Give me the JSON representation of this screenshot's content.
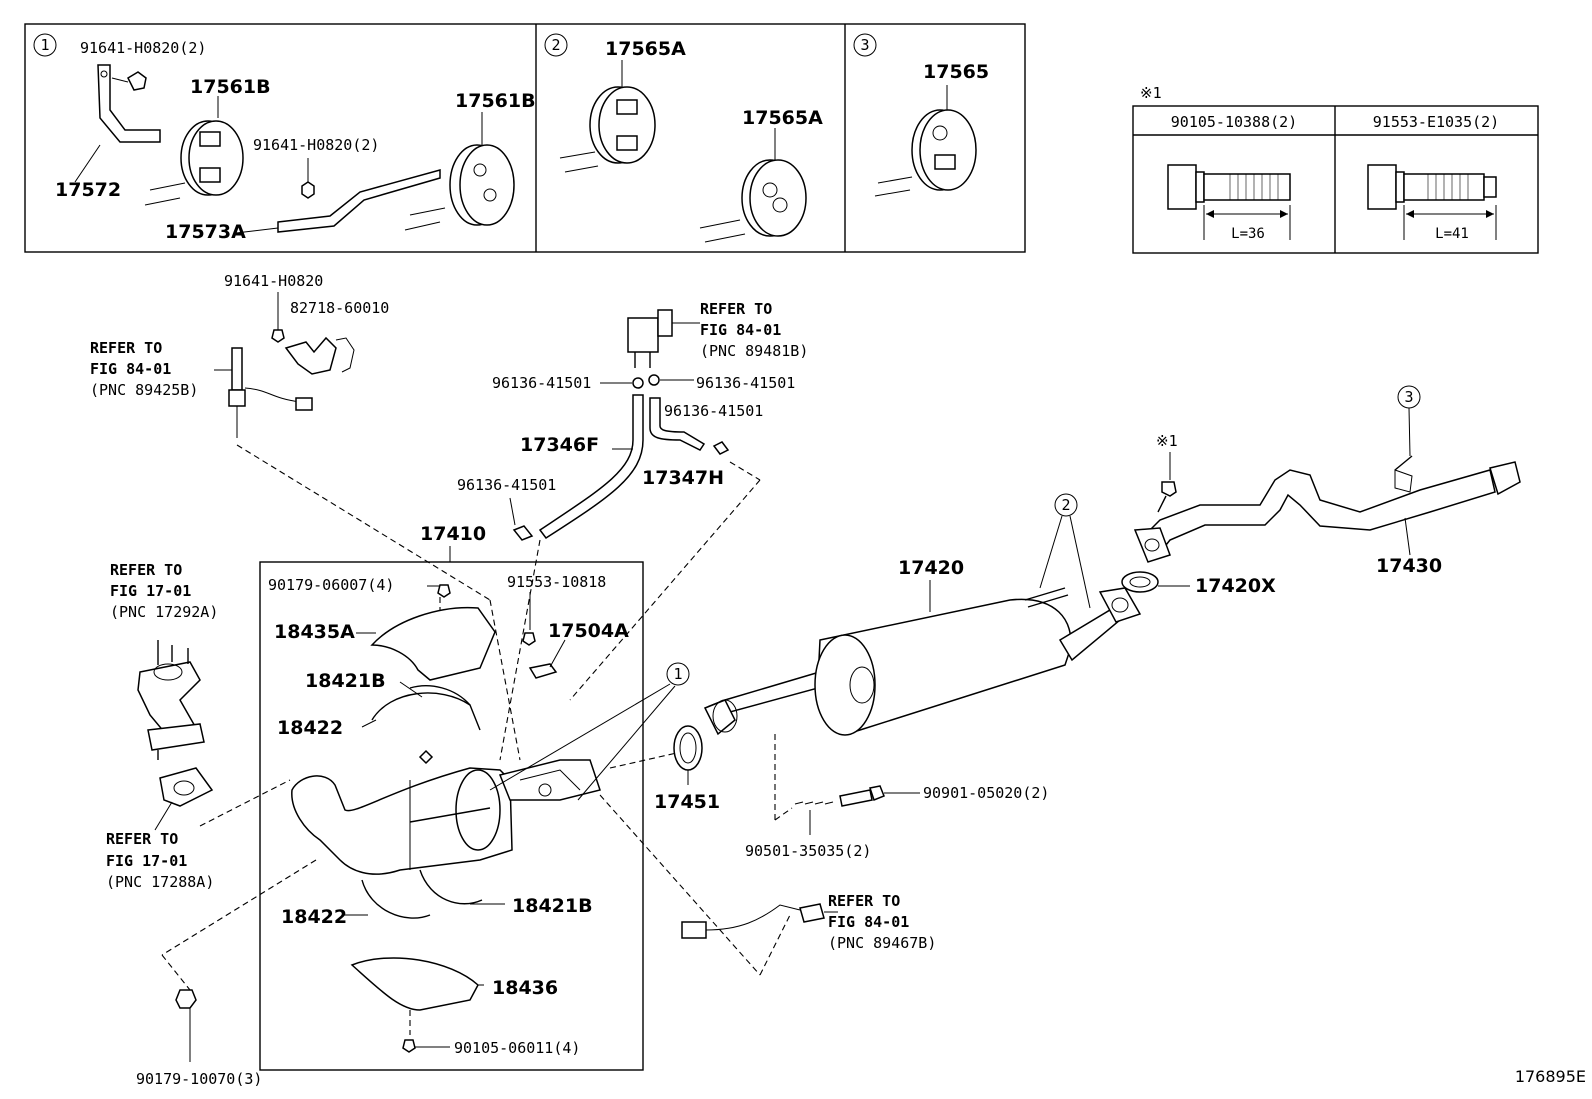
{
  "figure_id": "176895E",
  "callouts": [
    {
      "num": "1",
      "parts": [
        "91641-H0820(2)",
        "17561B",
        "91641-H0820(2)",
        "17561B",
        "17572",
        "17573A"
      ]
    },
    {
      "num": "2",
      "parts": [
        "17565A",
        "17565A"
      ]
    },
    {
      "num": "3",
      "parts": [
        "17565"
      ]
    }
  ],
  "note_table": {
    "mark": "※1",
    "columns": [
      {
        "part": "90105-10388(2)",
        "length": "L=36"
      },
      {
        "part": "91553-E1035(2)",
        "length": "L=41"
      }
    ]
  },
  "labels": {
    "c1_bolt_top": "91641-H0820(2)",
    "c1_ins_a": "17561B",
    "c1_bolt_mid": "91641-H0820(2)",
    "c1_ins_b": "17561B",
    "c1_bracket": "17572",
    "c1_bracket2": "17573A",
    "c2_ins_a": "17565A",
    "c2_ins_b": "17565A",
    "c3_ins": "17565",
    "sensor_bolt": "91641-H0820",
    "sensor_bracket": "82718-60010",
    "refer_a_1": "REFER TO",
    "refer_a_2": "FIG 84-01",
    "refer_a_3": "(PNC 89425B)",
    "refer_b_1": "REFER TO",
    "refer_b_2": "FIG 84-01",
    "refer_b_3": "(PNC 89481B)",
    "clip_1": "96136-41501",
    "clip_2": "96136-41501",
    "clip_3": "96136-41501",
    "clip_4": "96136-41501",
    "hose_f": "17346F",
    "hose_h": "17347H",
    "conv_group": "17410",
    "nut_a": "90179-06007(4)",
    "bolt_a": "91553-10818",
    "bracket_a": "17504A",
    "shield_a": "18435A",
    "band_b1": "18421B",
    "band_1": "18422",
    "band_2": "18422",
    "band_b2": "18421B",
    "shield_b": "18436",
    "bolt_b": "90105-06011(4)",
    "refer_c_1": "REFER TO",
    "refer_c_2": "FIG 17-01",
    "refer_c_3": "(PNC 17292A)",
    "refer_d_1": "REFER TO",
    "refer_d_2": "FIG 17-01",
    "refer_d_3": "(PNC 17288A)",
    "nut_b": "90179-10070(3)",
    "gasket": "17451",
    "muffler": "17420",
    "gasket_x": "17420X",
    "tailpipe": "17430",
    "bolt_c": "90901-05020(2)",
    "spring": "90501-35035(2)",
    "refer_e_1": "REFER TO",
    "refer_e_2": "FIG 84-01",
    "refer_e_3": "(PNC 89467B)",
    "note_mark": "※1",
    "callout_1": "1",
    "callout_2": "2",
    "callout_3": "3"
  }
}
